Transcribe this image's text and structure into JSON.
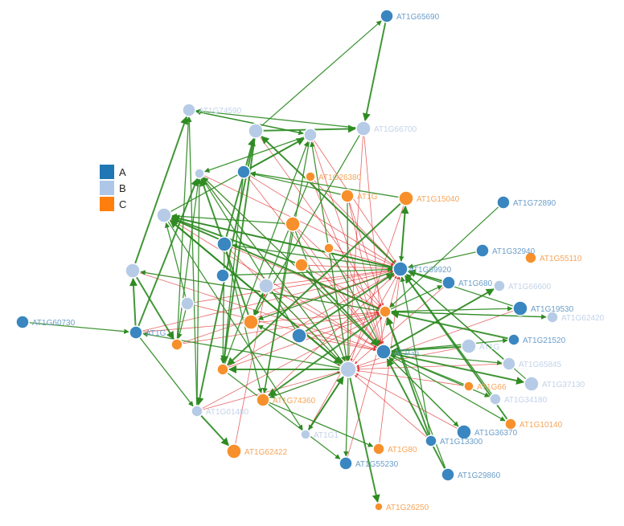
{
  "legend": {
    "items": [
      {
        "label": "A",
        "color": "#1f77b4"
      },
      {
        "label": "B",
        "color": "#aec7e8"
      },
      {
        "label": "C",
        "color": "#ff7f0e"
      }
    ]
  },
  "colors": {
    "A": "#3a86c0",
    "B": "#b6cbe6",
    "C": "#f7902c",
    "edge_green": "#2e8b22",
    "edge_red": "#e03030",
    "label_A": "#6b9ec9",
    "label_B": "#c2d3ea",
    "label_C": "#f7a55a"
  },
  "nodes": [
    {
      "id": "n1",
      "label": "AT1G65690",
      "group": "A"
    },
    {
      "id": "n2",
      "label": "AT1G74590",
      "group": "B"
    },
    {
      "id": "n3",
      "label": "AT1G66700",
      "group": "B"
    },
    {
      "id": "n4",
      "label": "",
      "group": "B"
    },
    {
      "id": "n5",
      "label": "",
      "group": "B"
    },
    {
      "id": "n6",
      "label": "",
      "group": "A"
    },
    {
      "id": "n7",
      "label": "",
      "group": "B"
    },
    {
      "id": "n8",
      "label": "AT1G26380",
      "group": "C"
    },
    {
      "id": "n9",
      "label": "AT1G",
      "group": "C"
    },
    {
      "id": "n10",
      "label": "AT1G15040",
      "group": "C"
    },
    {
      "id": "n11",
      "label": "AT1G72890",
      "group": "A"
    },
    {
      "id": "n12",
      "label": "",
      "group": "B"
    },
    {
      "id": "n13",
      "label": "",
      "group": "C"
    },
    {
      "id": "n14",
      "label": "",
      "group": "A"
    },
    {
      "id": "n15",
      "label": "",
      "group": "C"
    },
    {
      "id": "n16",
      "label": "AT1G32940",
      "group": "A"
    },
    {
      "id": "n17",
      "label": "AT1G55110",
      "group": "C"
    },
    {
      "id": "n18",
      "label": "",
      "group": "B"
    },
    {
      "id": "n19",
      "label": "",
      "group": "A"
    },
    {
      "id": "n20",
      "label": "",
      "group": "C"
    },
    {
      "id": "n21",
      "label": "AT1G69920",
      "group": "A"
    },
    {
      "id": "n22",
      "label": "AT1G680",
      "group": "A"
    },
    {
      "id": "n23",
      "label": "AT1G66600",
      "group": "B"
    },
    {
      "id": "n24",
      "label": "",
      "group": "B"
    },
    {
      "id": "n25",
      "label": "",
      "group": "B"
    },
    {
      "id": "n26",
      "label": "AT1G19530",
      "group": "A"
    },
    {
      "id": "n27",
      "label": "AT1G62420",
      "group": "B"
    },
    {
      "id": "n28",
      "label": "AT1G60730",
      "group": "A"
    },
    {
      "id": "n29",
      "label": "AT1G",
      "group": "A"
    },
    {
      "id": "n30",
      "label": "",
      "group": "C"
    },
    {
      "id": "n31",
      "label": "",
      "group": "C"
    },
    {
      "id": "n32",
      "label": "",
      "group": "A"
    },
    {
      "id": "n33",
      "label": "",
      "group": "C"
    },
    {
      "id": "n34",
      "label": "AT1G6",
      "group": "A"
    },
    {
      "id": "n35",
      "label": "AT1G21520",
      "group": "A"
    },
    {
      "id": "n36",
      "label": "AT1G",
      "group": "B"
    },
    {
      "id": "n37",
      "label": "",
      "group": "B"
    },
    {
      "id": "n38",
      "label": "AT1G65845",
      "group": "B"
    },
    {
      "id": "n39",
      "label": "",
      "group": "C"
    },
    {
      "id": "n40",
      "label": "AT1G37130",
      "group": "B"
    },
    {
      "id": "n41",
      "label": "AT1G74360",
      "group": "C"
    },
    {
      "id": "n42",
      "label": "AT1G66",
      "group": "C"
    },
    {
      "id": "n43",
      "label": "AT1G34180",
      "group": "B"
    },
    {
      "id": "n44",
      "label": "AT1G01480",
      "group": "B"
    },
    {
      "id": "n45",
      "label": "AT1G10140",
      "group": "C"
    },
    {
      "id": "n46",
      "label": "AT1G36370",
      "group": "A"
    },
    {
      "id": "n47",
      "label": "AT1G1",
      "group": "B"
    },
    {
      "id": "n48",
      "label": "AT1G13300",
      "group": "A"
    },
    {
      "id": "n49",
      "label": "AT1G62422",
      "group": "C"
    },
    {
      "id": "n50",
      "label": "AT1G80",
      "group": "C"
    },
    {
      "id": "n51",
      "label": "AT1G55230",
      "group": "A"
    },
    {
      "id": "n52",
      "label": "AT1G29860",
      "group": "A"
    },
    {
      "id": "n53",
      "label": "AT1G26250",
      "group": "C"
    }
  ]
}
